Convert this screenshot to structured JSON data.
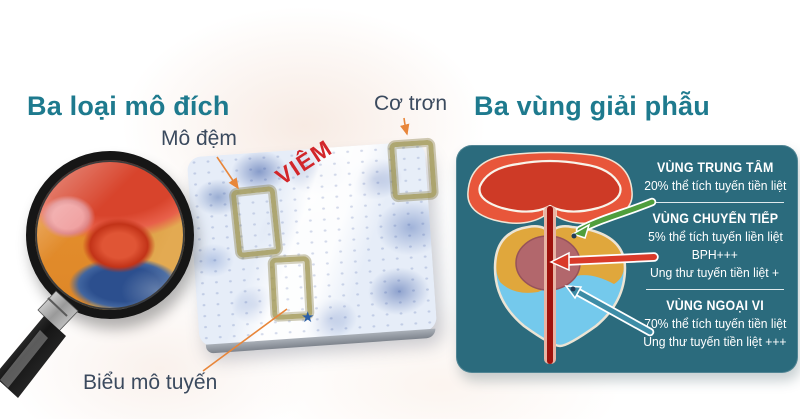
{
  "left": {
    "title": "Ba loại mô đích",
    "inflammation": "VIÊM",
    "star": "★",
    "labels": [
      {
        "id": "stroma",
        "text": "Mô đệm"
      },
      {
        "id": "smooth-muscle",
        "text": "Cơ trơn"
      },
      {
        "id": "glandular-epithelium",
        "text": "Biểu mô tuyến"
      }
    ]
  },
  "right": {
    "title": "Ba vùng giải phẫu",
    "sections": [
      {
        "heading": "VÙNG TRUNG TÂM",
        "lines": [
          "20% thể tích tuyến tiền liệt"
        ],
        "arrow_color": "#4f9e3c",
        "zone_fill": "#e0a73c"
      },
      {
        "heading": "VÙNG CHUYỂN TIẾP",
        "lines": [
          "5% thể tích tuyến liền liệt",
          "BPH+++",
          "Ung thư tuyến tiền liệt +"
        ],
        "arrow_color": "#d93a2a",
        "zone_fill": "#b2676c"
      },
      {
        "heading": "VÙNG NGOẠI VI",
        "lines": [
          "70% thể tích tuyến tiền liệt",
          "Ung thư tuyến tiền liệt +++"
        ],
        "arrow_color": "#3d8ca6",
        "zone_fill": "#74c9ec"
      }
    ]
  },
  "colors": {
    "title_teal": "#1e7a8e",
    "panel_background": "#2b6b7d",
    "panel_text": "#ffffff",
    "inflammation_red": "#d2262a",
    "leader_line_orange": "#e8863a",
    "specimen_frame_gold": "#9e9450"
  }
}
